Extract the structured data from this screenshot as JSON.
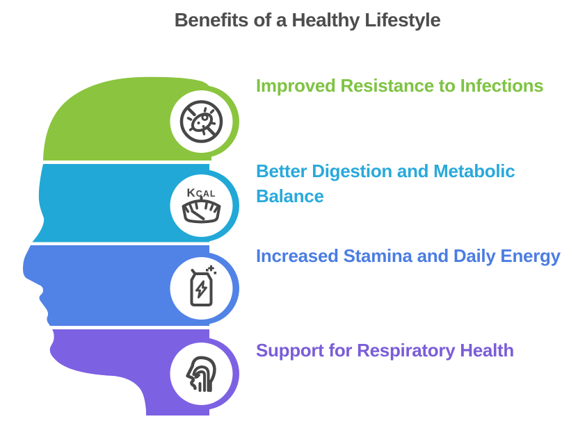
{
  "title": {
    "text": "Benefits of a Healthy Lifestyle",
    "color": "#4d4d4d"
  },
  "background": "#ffffff",
  "icon_stroke": "#474747",
  "benefits": [
    {
      "label": "Improved Resistance to Infections",
      "color": "#8bc43e",
      "text_color": "#7ec342",
      "icon": "no-infection"
    },
    {
      "label": "Better Digestion and Metabolic Balance",
      "color": "#21a8d6",
      "text_color": "#29a9db",
      "icon": "kcal-scale",
      "icon_text": [
        "K",
        "CAL"
      ]
    },
    {
      "label": "Increased Stamina and Daily Energy",
      "color": "#5182e6",
      "text_color": "#4b7de2",
      "icon": "energy-can"
    },
    {
      "label": "Support for Respiratory Health",
      "color": "#7d61e3",
      "text_color": "#7a5dd8",
      "icon": "respiratory-head"
    }
  ]
}
